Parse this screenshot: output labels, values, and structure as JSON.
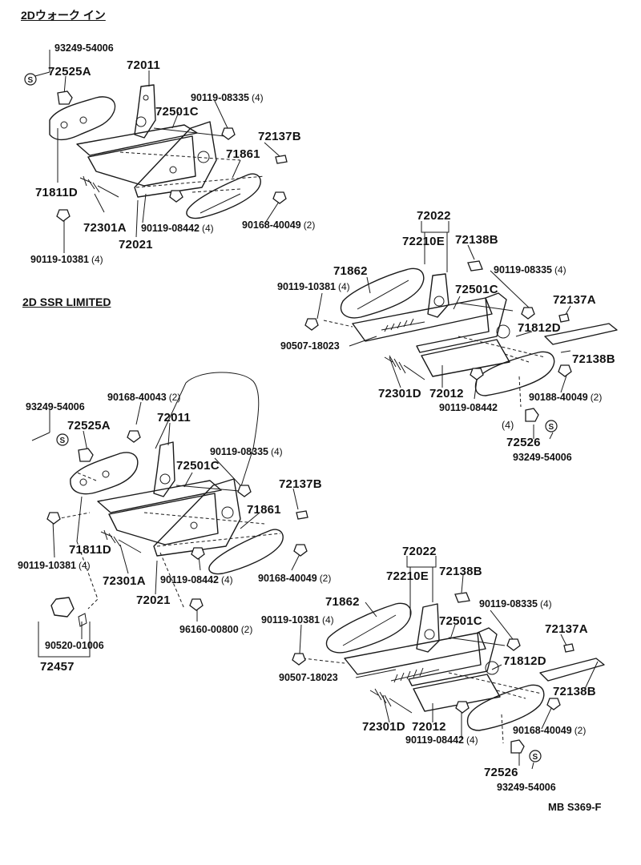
{
  "sections": {
    "walk_in": "2Dウォーク イン",
    "ssr_limited": "2D SSR LIMITED"
  },
  "diagram_ref": "MB S369-F",
  "labels": {
    "a1": "93249-54006",
    "a2": "72525A",
    "a3": "72011",
    "a4": "90119-08335",
    "a4q": "(4)",
    "a5": "72501C",
    "a6": "72137B",
    "a7": "71861",
    "a8": "71811D",
    "a9": "72301A",
    "a10": "90119-08442",
    "a10q": "(4)",
    "a11": "90168-40049",
    "a11q": "(2)",
    "a12": "72021",
    "a13": "90119-10381",
    "a13q": "(4)",
    "b1": "72022",
    "b2": "72210E",
    "b3": "72138B",
    "b4": "71862",
    "b5": "90119-08335",
    "b5q": "(4)",
    "b6": "90119-10381",
    "b6q": "(4)",
    "b7": "72501C",
    "b8": "72137A",
    "b9": "71812D",
    "b10": "90507-18023",
    "b11": "72138B",
    "b12": "72301D",
    "b13": "72012",
    "b14": "90188-40049",
    "b14q": "(2)",
    "b15": "90119-08442",
    "b15q": "(4)",
    "b16": "72526",
    "b17": "93249-54006",
    "c1": "93249-54006",
    "c2": "90168-40043",
    "c2q": "(2)",
    "c3": "72011",
    "c4": "72525A",
    "c5": "90119-08335",
    "c5q": "(4)",
    "c6": "72501C",
    "c7": "72137B",
    "c8": "71861",
    "c9": "71811D",
    "c10": "90119-10381",
    "c10q": "(4)",
    "c11": "72301A",
    "c12": "90119-08442",
    "c12q": "(4)",
    "c13": "90168-40049",
    "c13q": "(2)",
    "c14": "72021",
    "c15": "96160-00800",
    "c15q": "(2)",
    "c16": "90520-01006",
    "c17": "72457",
    "d1": "72022",
    "d2": "72210E",
    "d3": "72138B",
    "d4": "71862",
    "d5": "90119-08335",
    "d5q": "(4)",
    "d6": "90119-10381",
    "d6q": "(4)",
    "d7": "72501C",
    "d8": "72137A",
    "d9": "71812D",
    "d10": "90507-18023",
    "d11": "72138B",
    "d12": "72301D",
    "d13": "72012",
    "d14": "90168-40049",
    "d14q": "(2)",
    "d15": "90119-08442",
    "d15q": "(4)",
    "d16": "72526",
    "d17": "93249-54006"
  },
  "symbols": {
    "s": "S"
  }
}
